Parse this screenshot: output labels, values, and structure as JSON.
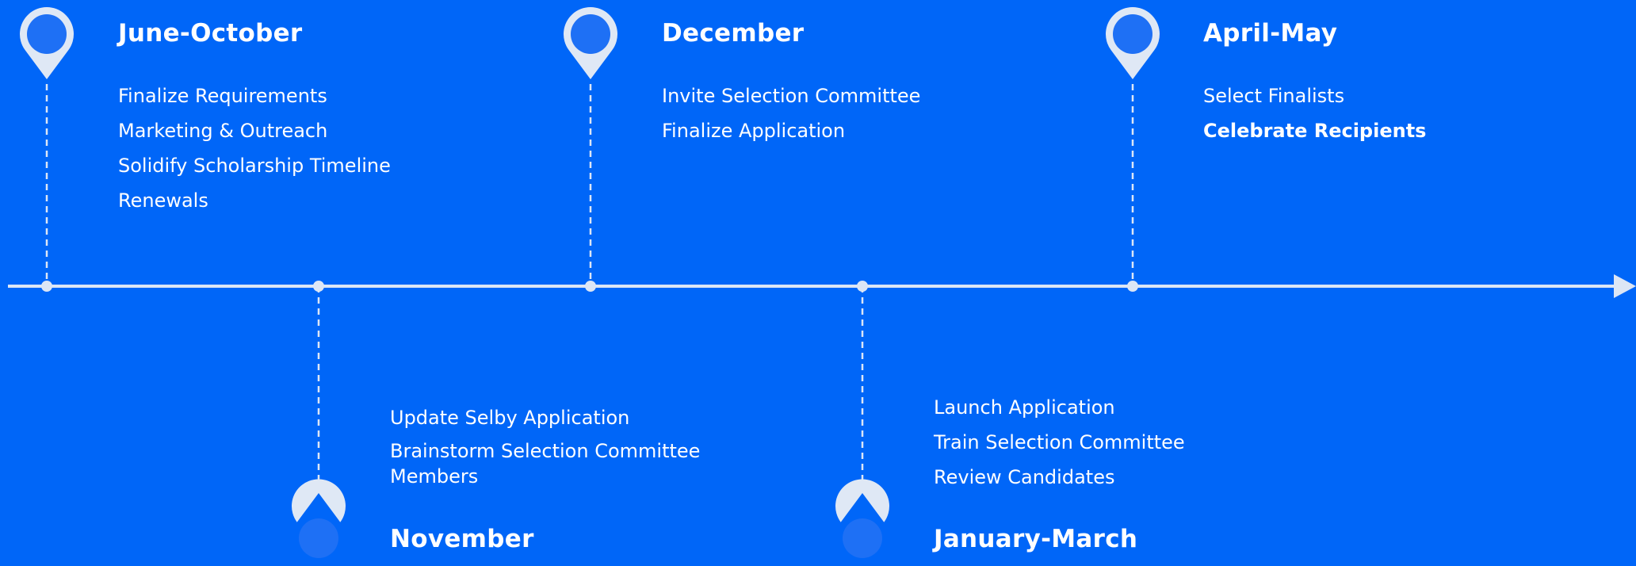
{
  "colors": {
    "background": "#0066f8",
    "line": "#dce6f5",
    "pin_outer": "#dfe8f5",
    "pin_inner": "#1e70f5",
    "text": "#ffffff"
  },
  "milestones": [
    {
      "title": "June-October",
      "position": "above",
      "items": [
        "Finalize Requirements",
        "Marketing & Outreach",
        "Solidify Scholarship Timeline",
        "Renewals"
      ]
    },
    {
      "title": "November",
      "position": "below",
      "items": [
        "Update Selby Application",
        "Brainstorm Selection Committee Members"
      ]
    },
    {
      "title": "December",
      "position": "above",
      "items": [
        "Invite Selection Committee",
        "Finalize Application"
      ]
    },
    {
      "title": "January-March",
      "position": "below",
      "items": [
        "Launch Application",
        "Train Selection Committee",
        "Review Candidates"
      ]
    },
    {
      "title": "April-May",
      "position": "above",
      "items": [
        "Select Finalists",
        "Celebrate Recipients"
      ],
      "bold_items": [
        "Celebrate Recipients"
      ]
    }
  ]
}
